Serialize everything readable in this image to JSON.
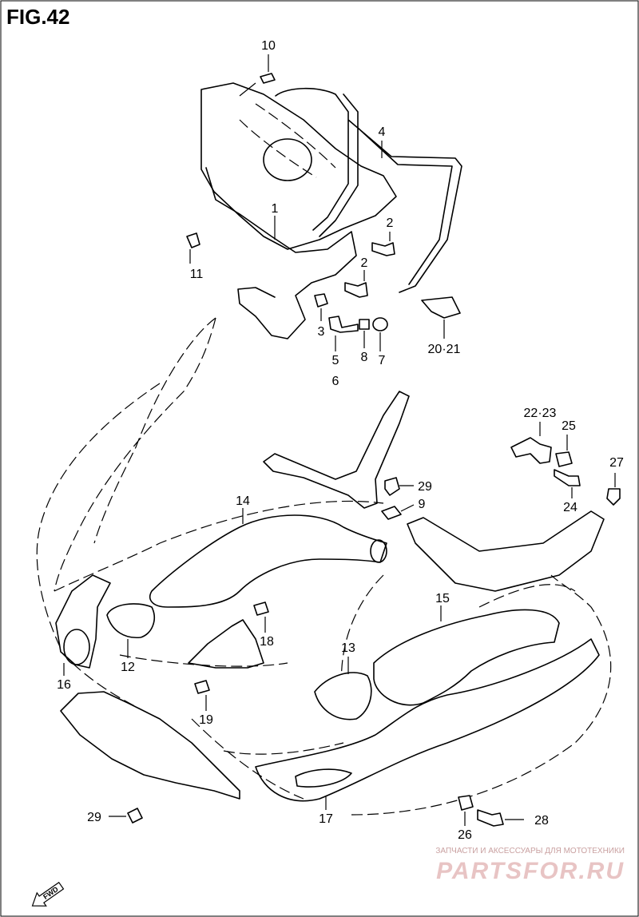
{
  "figure": {
    "title": "FIG.42"
  },
  "callouts": [
    {
      "id": "c10",
      "label": "10"
    },
    {
      "id": "c4",
      "label": "4"
    },
    {
      "id": "c1",
      "label": "1"
    },
    {
      "id": "c2a",
      "label": "2"
    },
    {
      "id": "c2b",
      "label": "2"
    },
    {
      "id": "c11",
      "label": "11"
    },
    {
      "id": "c3",
      "label": "3"
    },
    {
      "id": "c5",
      "label": "5"
    },
    {
      "id": "c6",
      "label": "6"
    },
    {
      "id": "c8",
      "label": "8"
    },
    {
      "id": "c7",
      "label": "7"
    },
    {
      "id": "c2021",
      "label": "20·21"
    },
    {
      "id": "c2223",
      "label": "22·23"
    },
    {
      "id": "c25",
      "label": "25"
    },
    {
      "id": "c27",
      "label": "27"
    },
    {
      "id": "c29a",
      "label": "29"
    },
    {
      "id": "c9",
      "label": "9"
    },
    {
      "id": "c24",
      "label": "24"
    },
    {
      "id": "c14",
      "label": "14"
    },
    {
      "id": "c15",
      "label": "15"
    },
    {
      "id": "c18",
      "label": "18"
    },
    {
      "id": "c12",
      "label": "12"
    },
    {
      "id": "c16",
      "label": "16"
    },
    {
      "id": "c13",
      "label": "13"
    },
    {
      "id": "c19",
      "label": "19"
    },
    {
      "id": "c29b",
      "label": "29"
    },
    {
      "id": "c17",
      "label": "17"
    },
    {
      "id": "c26",
      "label": "26"
    },
    {
      "id": "c28",
      "label": "28"
    }
  ],
  "watermark": {
    "tagline": "ЗАПЧАСТИ И АКСЕССУАРЫ ДЛЯ МОТОТЕХНИКИ",
    "brand": "PARTSFOR.RU"
  },
  "direction_badge": {
    "label": "FWD"
  },
  "colors": {
    "line": "#000000",
    "background": "#ffffff",
    "watermark": "#e8c4c4"
  }
}
